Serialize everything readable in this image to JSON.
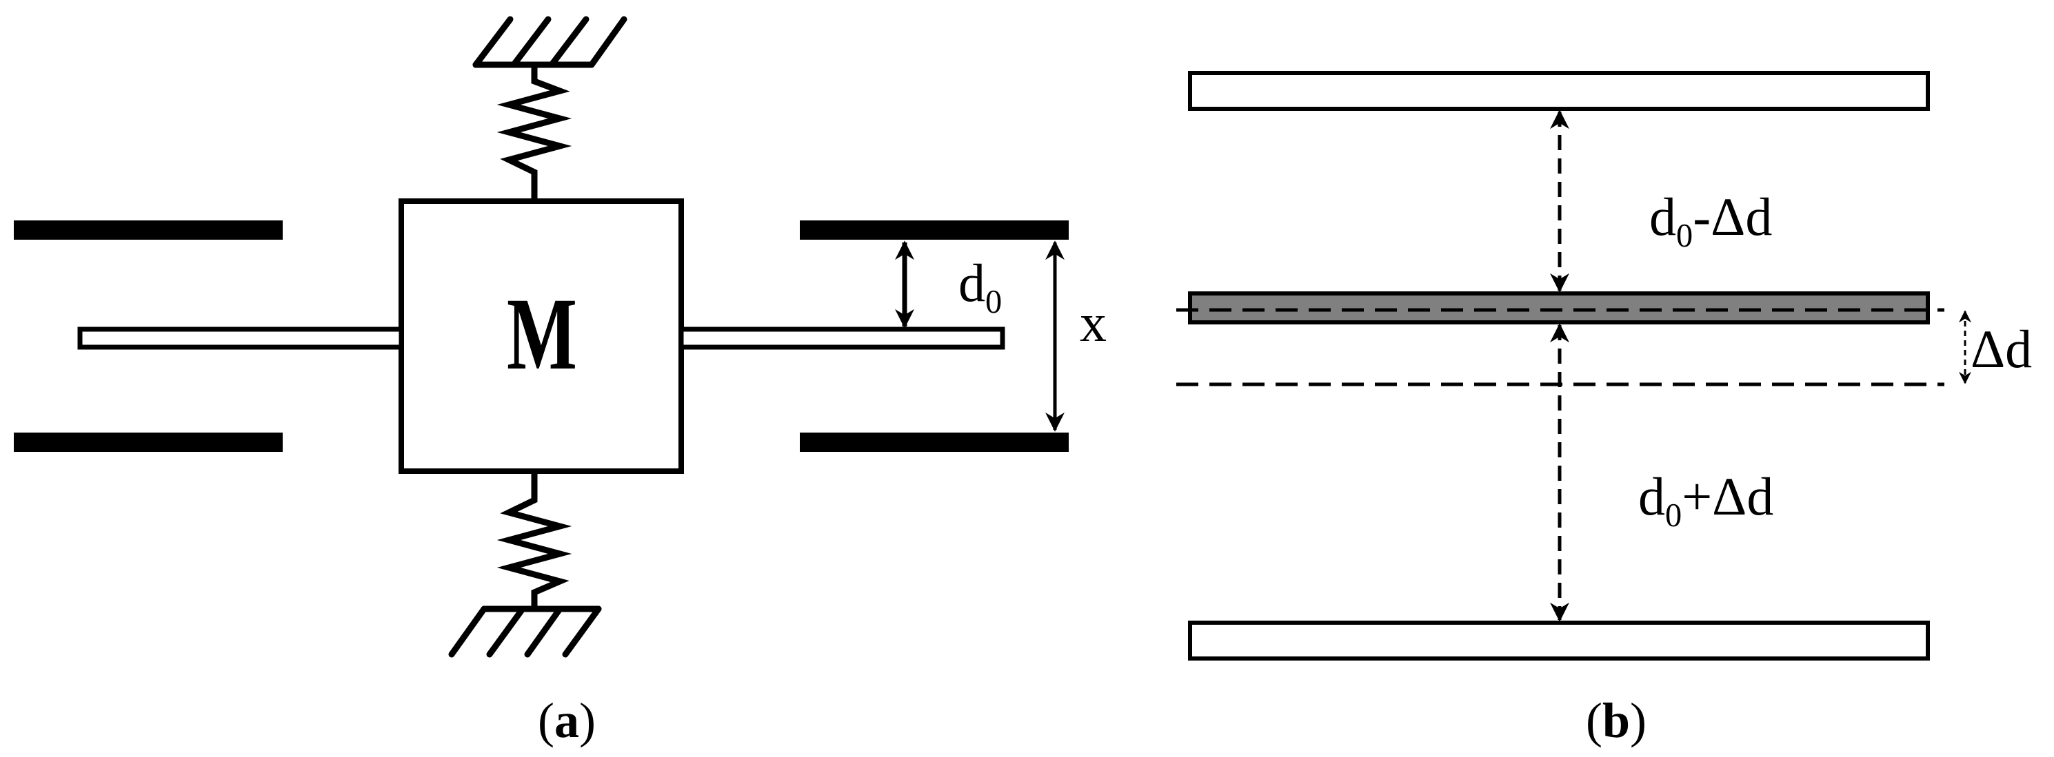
{
  "panel_a": {
    "caption_open": "(",
    "caption_letter": "a",
    "caption_close": ")",
    "mass_label": "M",
    "gap_label": {
      "base": "d",
      "sub": "0"
    },
    "displacement_label": "x"
  },
  "panel_b": {
    "caption_open": "(",
    "caption_letter": "b",
    "caption_close": ")",
    "upper_gap": {
      "base": "d",
      "sub": "0",
      "rest": "-Δd"
    },
    "lower_gap": {
      "base": "d",
      "sub": "0",
      "rest": "+Δd"
    },
    "offset_label": "Δd"
  },
  "colors": {
    "stroke": "#000000",
    "movable_plate_fill": "#808080",
    "background": "#ffffff"
  }
}
